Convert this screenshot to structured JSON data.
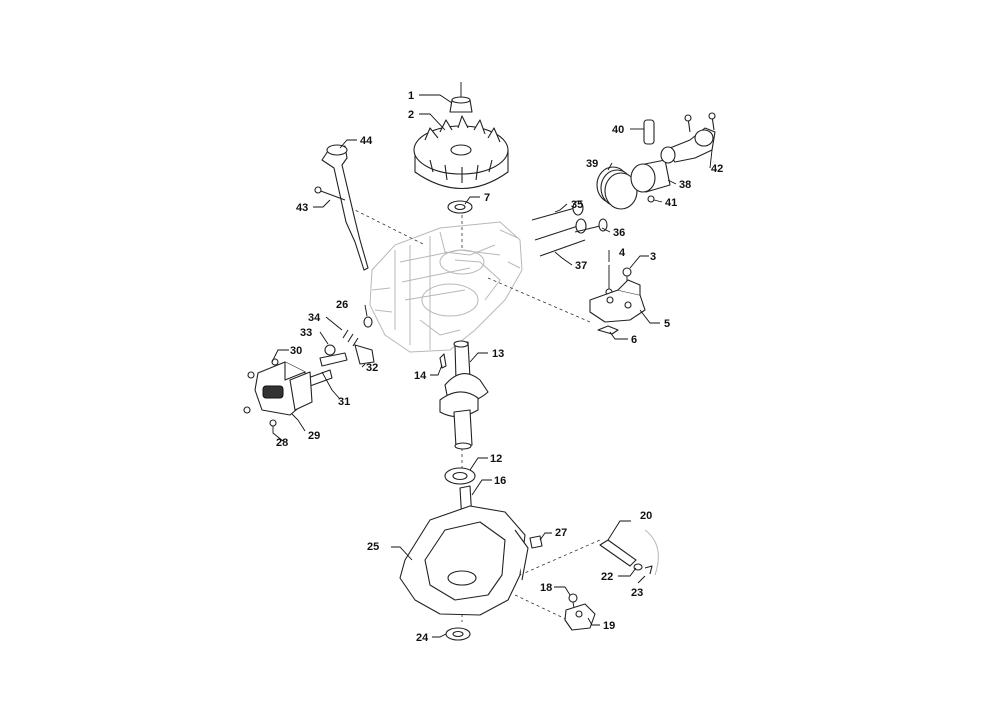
{
  "callouts": [
    {
      "id": "p1",
      "text": "1"
    },
    {
      "id": "p2",
      "text": "2"
    },
    {
      "id": "p3",
      "text": "3"
    },
    {
      "id": "p4",
      "text": "4"
    },
    {
      "id": "p5",
      "text": "5"
    },
    {
      "id": "p6",
      "text": "6"
    },
    {
      "id": "p7",
      "text": "7"
    },
    {
      "id": "p12",
      "text": "12"
    },
    {
      "id": "p13",
      "text": "13"
    },
    {
      "id": "p14",
      "text": "14"
    },
    {
      "id": "p16",
      "text": "16"
    },
    {
      "id": "p18",
      "text": "18"
    },
    {
      "id": "p19",
      "text": "19"
    },
    {
      "id": "p20",
      "text": "20"
    },
    {
      "id": "p22",
      "text": "22"
    },
    {
      "id": "p23",
      "text": "23"
    },
    {
      "id": "p24",
      "text": "24"
    },
    {
      "id": "p25",
      "text": "25"
    },
    {
      "id": "p26",
      "text": "26"
    },
    {
      "id": "p27",
      "text": "27"
    },
    {
      "id": "p28",
      "text": "28"
    },
    {
      "id": "p29",
      "text": "29"
    },
    {
      "id": "p30",
      "text": "30"
    },
    {
      "id": "p31",
      "text": "31"
    },
    {
      "id": "p32",
      "text": "32"
    },
    {
      "id": "p33",
      "text": "33"
    },
    {
      "id": "p34",
      "text": "34"
    },
    {
      "id": "p35",
      "text": "35"
    },
    {
      "id": "p36",
      "text": "36"
    },
    {
      "id": "p37",
      "text": "37"
    },
    {
      "id": "p38",
      "text": "38"
    },
    {
      "id": "p39",
      "text": "39"
    },
    {
      "id": "p40",
      "text": "40"
    },
    {
      "id": "p41",
      "text": "41"
    },
    {
      "id": "p42",
      "text": "42"
    },
    {
      "id": "p43",
      "text": "43"
    },
    {
      "id": "p44",
      "text": "44"
    }
  ],
  "colors": {
    "line": "#111111",
    "ghost": "#b8b8b8",
    "background": "#ffffff"
  }
}
